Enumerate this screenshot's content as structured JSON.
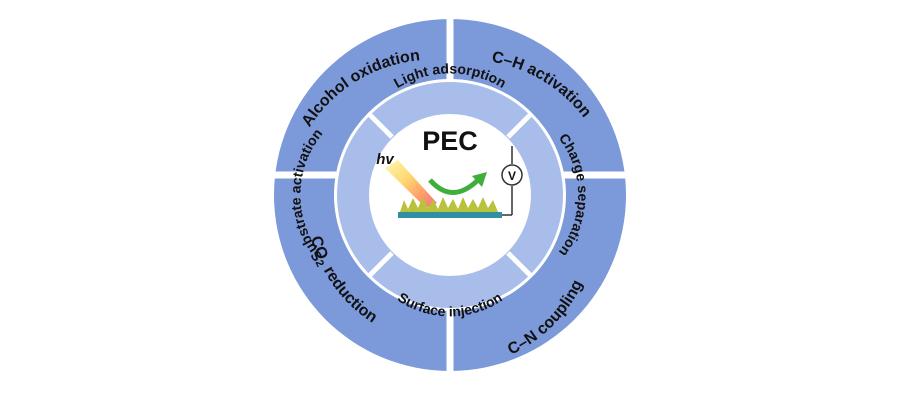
{
  "center": {
    "title": "PEC",
    "light_symbol": "hv",
    "voltmeter_symbol": "V"
  },
  "outer_ring": {
    "labels": {
      "top_left": "Alcohol oxidation",
      "top_right": "C–H activation",
      "bottom_right": "C–N coupling",
      "bottom_left_main": "CO",
      "bottom_left_sub": "2",
      "bottom_left_rest": " reduction"
    }
  },
  "inner_ring": {
    "labels": {
      "top": "Light adsorption",
      "right": "Charge separation",
      "bottom": "Surface injection",
      "left": "Substrate activation"
    }
  },
  "colors": {
    "outer_ring": "#7C99DA",
    "inner_ring": "#A9BDEB",
    "center_disc": "#FFFFFF",
    "divider": "#FFFFFF",
    "electrode_base": "#2F8FA3",
    "electrode_fill": "#B8C23A",
    "arrow_green": "#3FAE3A"
  }
}
